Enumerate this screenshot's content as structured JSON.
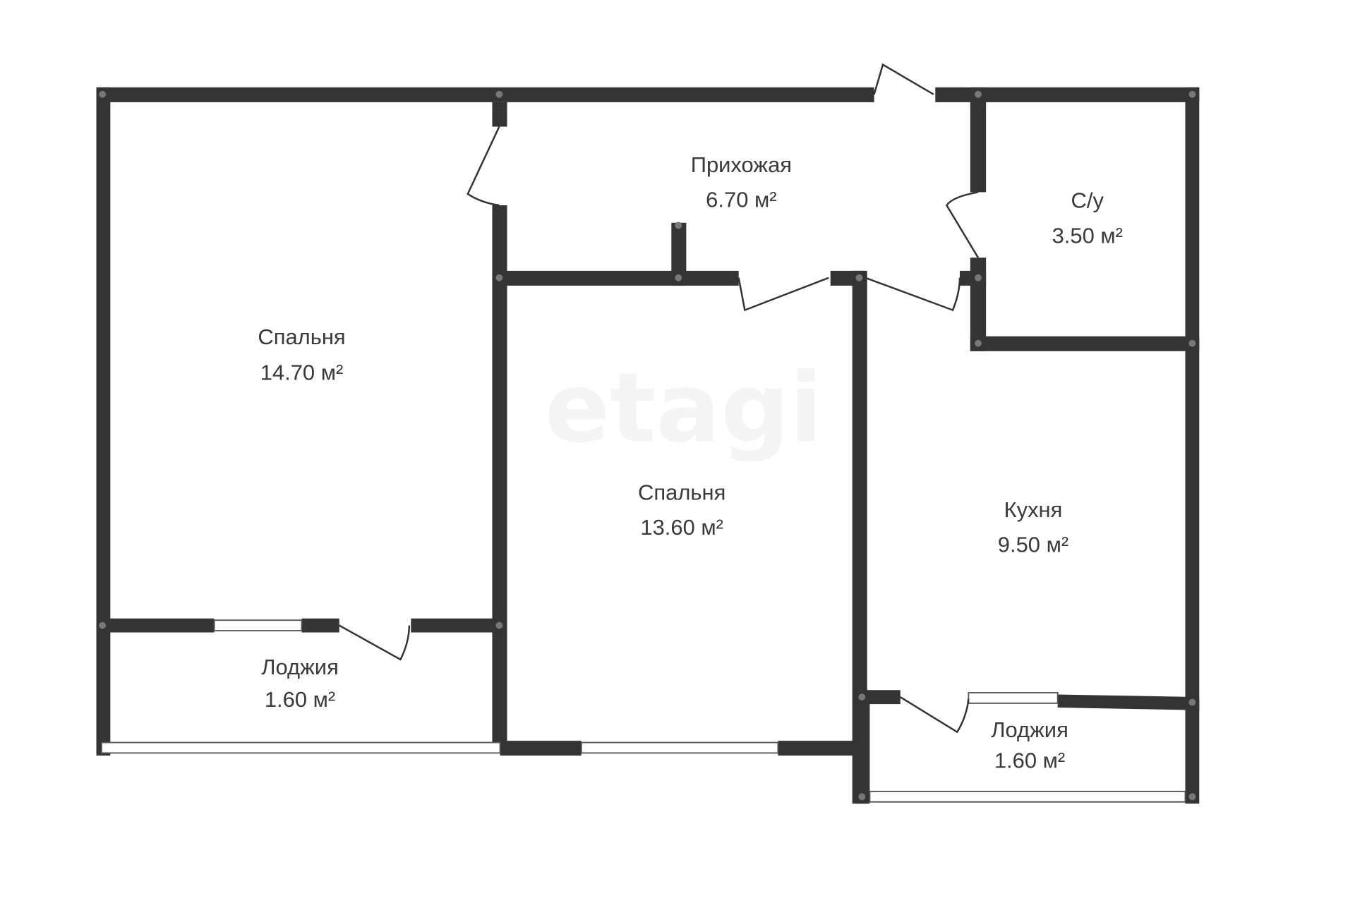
{
  "watermark": "etagi",
  "rooms": [
    {
      "name": "Спальня",
      "area": "14.70 м²"
    },
    {
      "name": "Прихожая",
      "area": "6.70 м²"
    },
    {
      "name": "С/у",
      "area": "3.50 м²"
    },
    {
      "name": "Спальня",
      "area": "13.60 м²"
    },
    {
      "name": "Кухня",
      "area": "9.50 м²"
    },
    {
      "name": "Лоджия",
      "area": "1.60 м²"
    },
    {
      "name": "Лоджия",
      "area": "1.60 м²"
    }
  ],
  "colors": {
    "wall": "#343434",
    "text": "#3a3a3a"
  }
}
